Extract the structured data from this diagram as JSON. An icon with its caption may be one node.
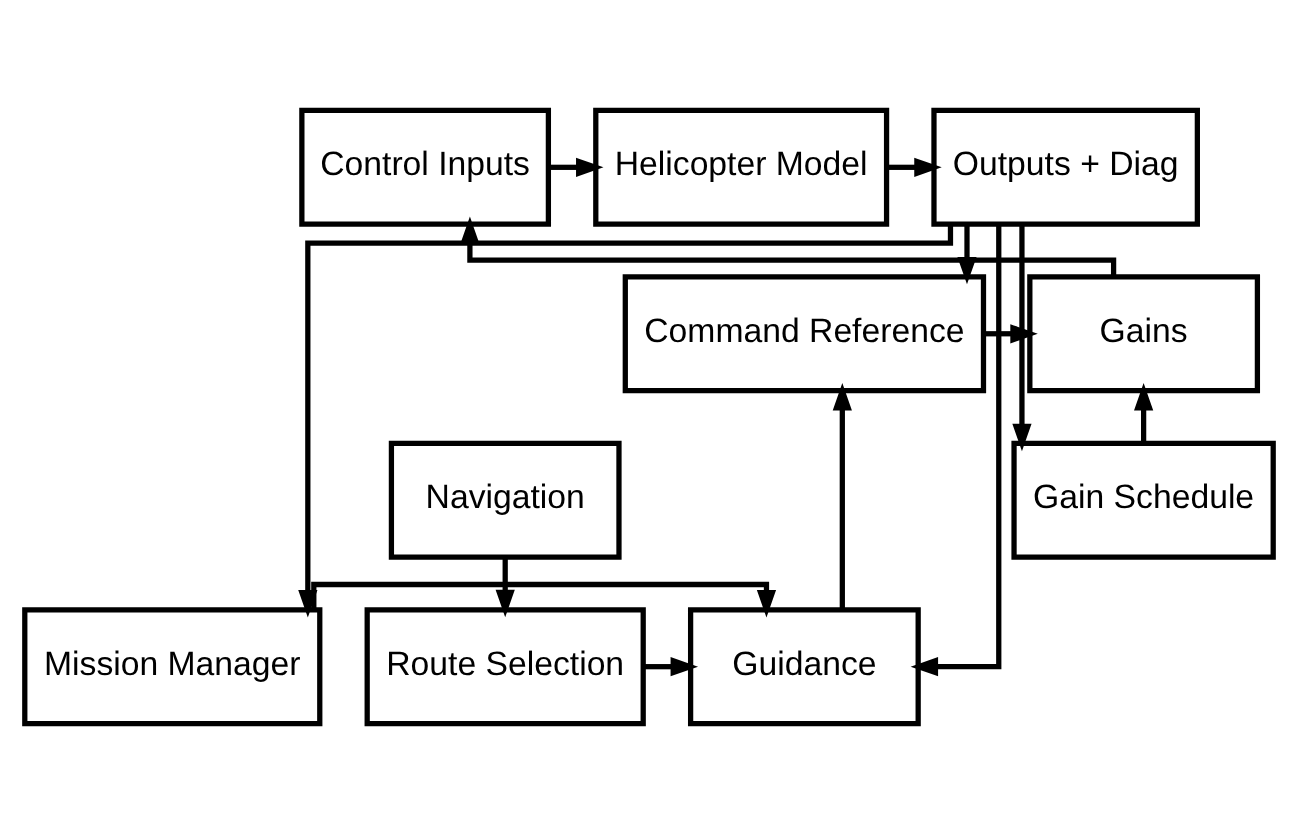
{
  "diagram": {
    "nodes": [
      {
        "text": [
          "Control Inputs"
        ]
      },
      {
        "text": [
          "Helicopter Model"
        ]
      },
      {
        "text": [
          "Outputs + Diag"
        ]
      },
      {
        "text": [
          "Gains"
        ]
      },
      {
        "text": [
          "Command Reference"
        ]
      },
      {
        "text": [
          "Gain Schedule"
        ]
      },
      {
        "text": [
          "Navigation"
        ]
      },
      {
        "text": [
          "Mission Manager"
        ]
      },
      {
        "text": [
          "Guidance"
        ]
      },
      {
        "text": [
          "Route Selection"
        ]
      }
    ],
    "edges": [
      {
        "from": 0,
        "to": 1,
        "arrow": "to"
      },
      {
        "from": 1,
        "to": 2,
        "arrow": "to"
      },
      {
        "from": 2,
        "to": 4,
        "arrow": "to"
      },
      {
        "from": 4,
        "to": 3,
        "arrow": "to"
      },
      {
        "from": 3,
        "to": 0,
        "arrow": "to"
      },
      {
        "from": 5,
        "to": 3,
        "arrow": "to"
      },
      {
        "from": 8,
        "to": 4,
        "arrow": "to"
      },
      {
        "from": 7,
        "to": 8,
        "arrow": "to"
      },
      {
        "from": 9,
        "to": 8,
        "arrow": "to"
      },
      {
        "from": 6,
        "to": 9,
        "arrow": "to"
      },
      {
        "from": 2,
        "to": 7,
        "arrow": "to"
      },
      {
        "from": 2,
        "to": 8,
        "arrow": "to"
      },
      {
        "from": 2,
        "to": 5,
        "arrow": "to"
      }
    ]
  }
}
